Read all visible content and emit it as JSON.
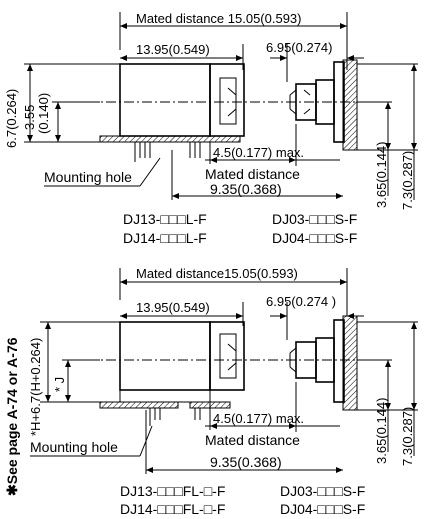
{
  "top": {
    "mated_distance_total": "Mated distance 15.05(0.593)",
    "plug_length": "13.95(0.549)",
    "receptacle_length": "6.95(0.274)",
    "height_total": "6.7(0.264)",
    "height_center_a": "3.55",
    "height_center_b": "(0.140)",
    "max_offset": "4.5(0.177) max.",
    "mated_label": "Mated distance",
    "mated_value": "9.35(0.368)",
    "recept_center": "3.65(0.144)",
    "recept_height": "7.3(0.287)",
    "mounting_hole": "Mounting hole",
    "part_plug_1": "DJ13-□□□L-F",
    "part_plug_2": "DJ14-□□□L-F",
    "part_recept_1": "DJ03-□□□S-F",
    "part_recept_2": "DJ04-□□□S-F"
  },
  "bottom": {
    "mated_distance_total": "Mated distance15.05(0.593)",
    "plug_length": "13.95(0.549)",
    "receptacle_length": "6.95(0.274 )",
    "see_page": "✱See page A-74 or A-76",
    "height_formula": "*H+6.7(H+0.264)",
    "star_j": "* J",
    "max_offset": "4.5(0.177) max.",
    "mated_label": "Mated distance",
    "mated_value": "9.35(0.368)",
    "recept_center": "3.65(0.144)",
    "recept_height": "7.3(0.287)",
    "mounting_hole": "Mounting hole",
    "part_plug_1": "DJ13-□□□FL-□-F",
    "part_plug_2": "DJ14-□□□FL-□-F",
    "part_recept_1": "DJ03-□□□S-F",
    "part_recept_2": "DJ04-□□□S-F"
  }
}
